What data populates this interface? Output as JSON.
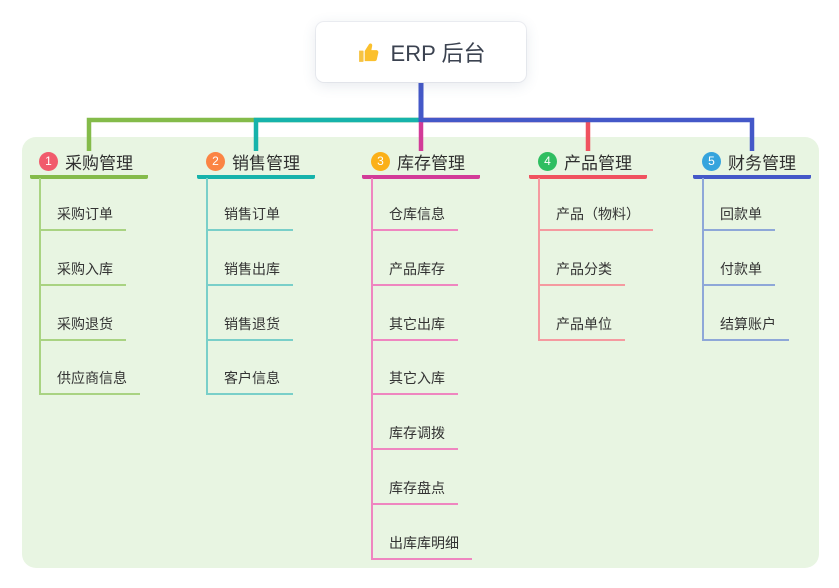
{
  "root": {
    "icon": "thumbs-up-icon",
    "label": "ERP 后台"
  },
  "colors": {
    "canvas_bg": "#e8f5e2",
    "root_line": "#4458c8",
    "text": "#333333",
    "root_card_bg": "#ffffff"
  },
  "branches": [
    {
      "num": "1",
      "label": "采购管理",
      "badge_color": "#f15b6c",
      "line_color": "#84bb4a",
      "child_line_color": "#a9d382",
      "children": [
        "采购订单",
        "采购入库",
        "采购退货",
        "供应商信息"
      ]
    },
    {
      "num": "2",
      "label": "销售管理",
      "badge_color": "#fb8444",
      "line_color": "#16b3ab",
      "child_line_color": "#79cfc9",
      "children": [
        "销售订单",
        "销售出库",
        "销售退货",
        "客户信息"
      ]
    },
    {
      "num": "3",
      "label": "库存管理",
      "badge_color": "#fbb018",
      "line_color": "#d23b98",
      "child_line_color": "#ef86c0",
      "children": [
        "仓库信息",
        "产品库存",
        "其它出库",
        "其它入库",
        "库存调拨",
        "库存盘点",
        "出库库明细"
      ]
    },
    {
      "num": "4",
      "label": "产品管理",
      "badge_color": "#2fbe61",
      "line_color": "#f0525f",
      "child_line_color": "#f59aa0",
      "children": [
        "产品（物料）",
        "产品分类",
        "产品单位"
      ]
    },
    {
      "num": "5",
      "label": "财务管理",
      "badge_color": "#35a4dd",
      "line_color": "#4458c8",
      "child_line_color": "#8ea7d8",
      "children": [
        "回款单",
        "付款单",
        "结算账户"
      ]
    }
  ]
}
